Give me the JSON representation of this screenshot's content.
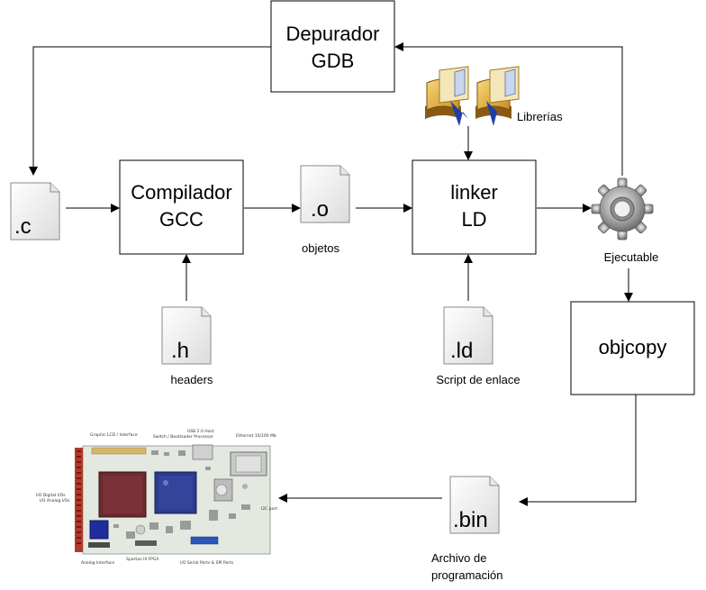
{
  "boxes": {
    "debugger": {
      "line1": "Depurador",
      "line2": "GDB"
    },
    "compiler": {
      "line1": "Compilador",
      "line2": "GCC"
    },
    "linker": {
      "line1": "linker",
      "line2": "LD"
    },
    "objcopy": {
      "line1": "objcopy"
    }
  },
  "files": {
    "c": ".c",
    "o": ".o",
    "h": ".h",
    "ld": ".ld",
    "bin": ".bin"
  },
  "labels": {
    "objects": "objetos",
    "libraries": "Librerías",
    "executable": "Ejecutable",
    "headers": "headers",
    "linker_script": "Script de enlace",
    "bin_line1": "Archivo de",
    "bin_line2": "programación"
  },
  "board": {
    "callouts": [
      "Graphic LCD / Interface",
      "Switch / Bootloader Processor",
      "USB 2.0 Host",
      "Ethernet 10/100 Mb",
      "I/O Digital I/Os",
      "I/O Analog I/Os",
      "I2C port",
      "Analog Interface",
      "Spartan III FPGA",
      "I/O Serial Ports & SPI Ports"
    ]
  },
  "colors": {
    "line": "#000000",
    "board_green": "#dfe6dc",
    "chip_red": "#6b2a2e",
    "chip_blue": "#2e3a8a",
    "header_red": "#b23a2a"
  }
}
